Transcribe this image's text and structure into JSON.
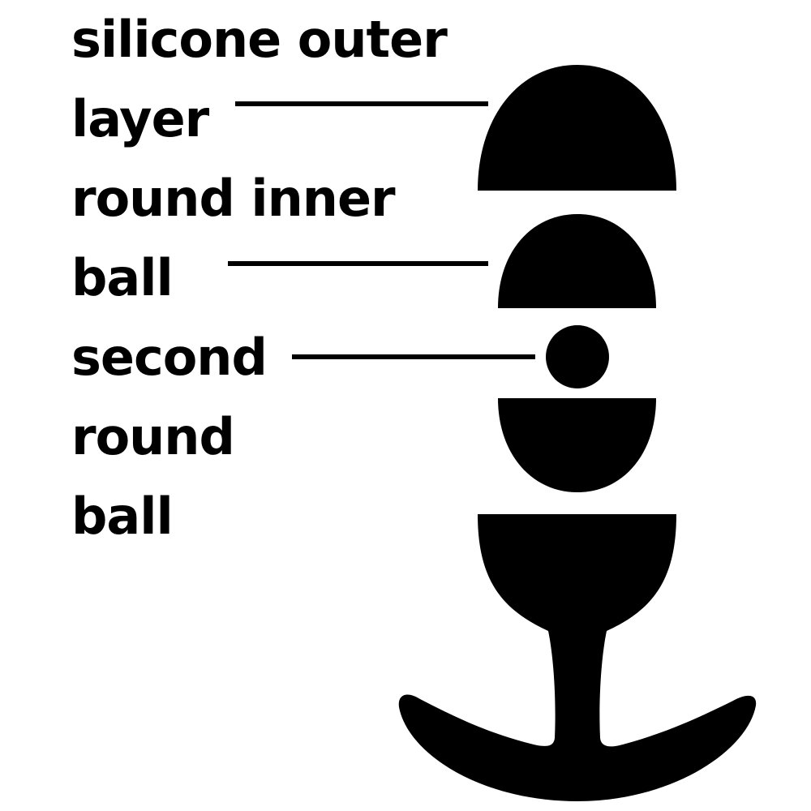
{
  "labels": {
    "outer_layer": "silicone outer\nlayer",
    "inner_ball": "round inner\nball",
    "second_ball": "second\nround\nball"
  },
  "colors": {
    "ink": "#000000",
    "background": "#ffffff"
  }
}
